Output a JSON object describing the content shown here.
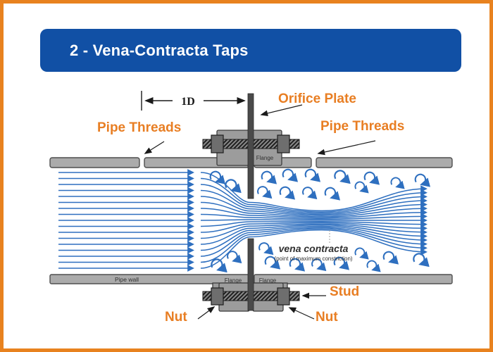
{
  "page": {
    "border_color": "#E8821F",
    "background": "#FFFFFF"
  },
  "header": {
    "title": "2 - Vena-Contracta Taps",
    "background_color": "#1150A5",
    "text_color": "#FFFFFF"
  },
  "diagram": {
    "callouts": {
      "orifice_plate": "Orifice Plate",
      "pipe_threads_left": "Pipe Threads",
      "pipe_threads_right": "Pipe Threads",
      "stud": "Stud",
      "nut_left": "Nut",
      "nut_right": "Nut"
    },
    "dimension_label": "1D",
    "part_labels": {
      "flange_top": "Flange",
      "flange_bottom_left": "Flange",
      "flange_bottom_right": "Flange",
      "pipe_wall": "Pipe wall"
    },
    "annotations": {
      "vena_contracta": "vena contracta",
      "vena_contracta_sub": "(point of maximum constriction)"
    },
    "colors": {
      "callout_orange": "#E87E23",
      "flow_blue": "#2E6FBF",
      "pipe_gray": "#ABABAB",
      "flange_gray": "#9C9C9C",
      "plate_dark": "#4A4A4A",
      "arrow_black": "#1A1A1A"
    }
  }
}
